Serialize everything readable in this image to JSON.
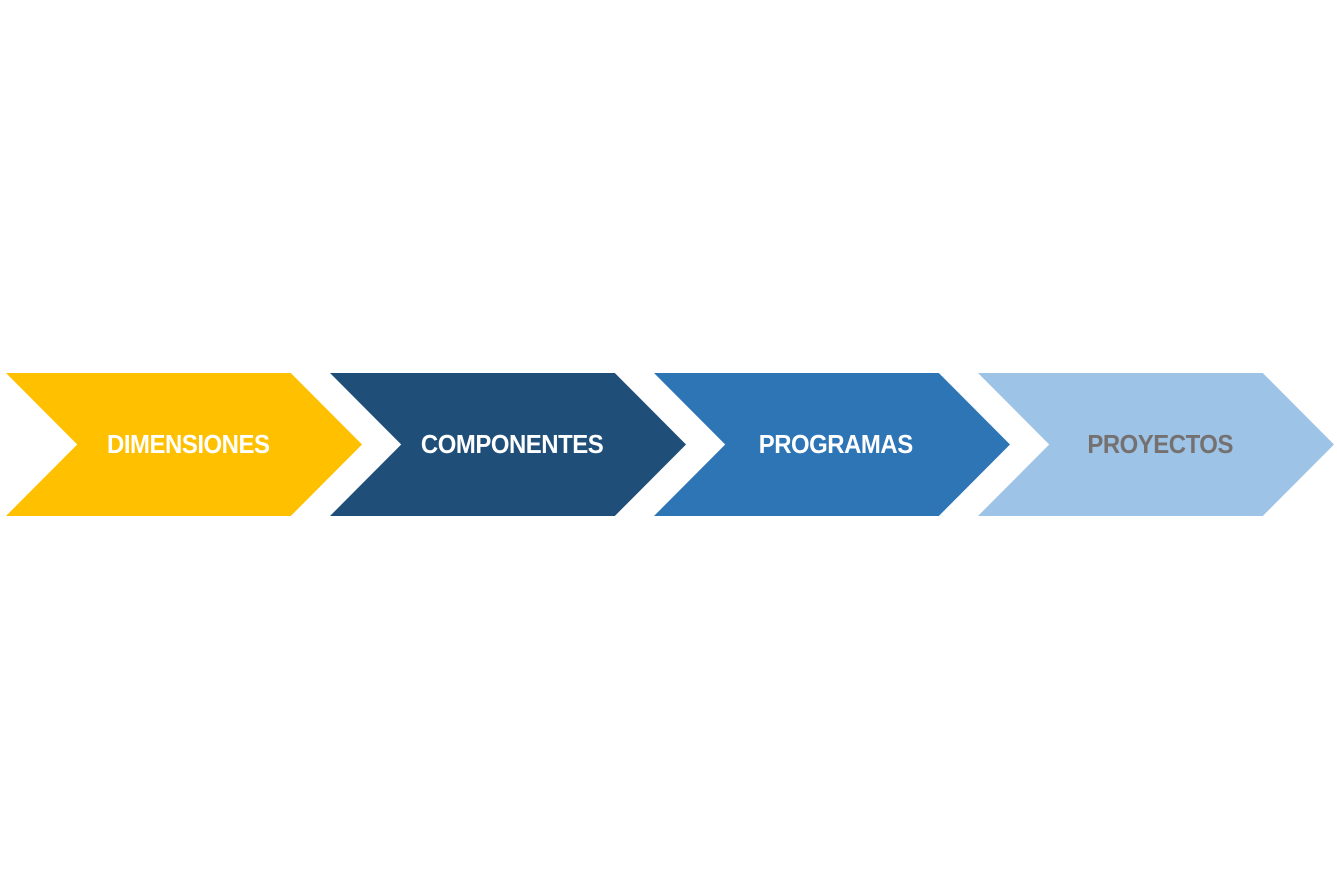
{
  "steps": [
    {
      "label": "DIMENSIONES",
      "fill": "#FFC000",
      "text_color": "#FFFFFF"
    },
    {
      "label": "COMPONENTES",
      "fill": "#1F4E79",
      "text_color": "#FFFFFF"
    },
    {
      "label": "PROGRAMAS",
      "fill": "#2E75B6",
      "text_color": "#FFFFFF"
    },
    {
      "label": "PROYECTOS",
      "fill": "#9DC3E6",
      "text_color": "#767171"
    }
  ]
}
